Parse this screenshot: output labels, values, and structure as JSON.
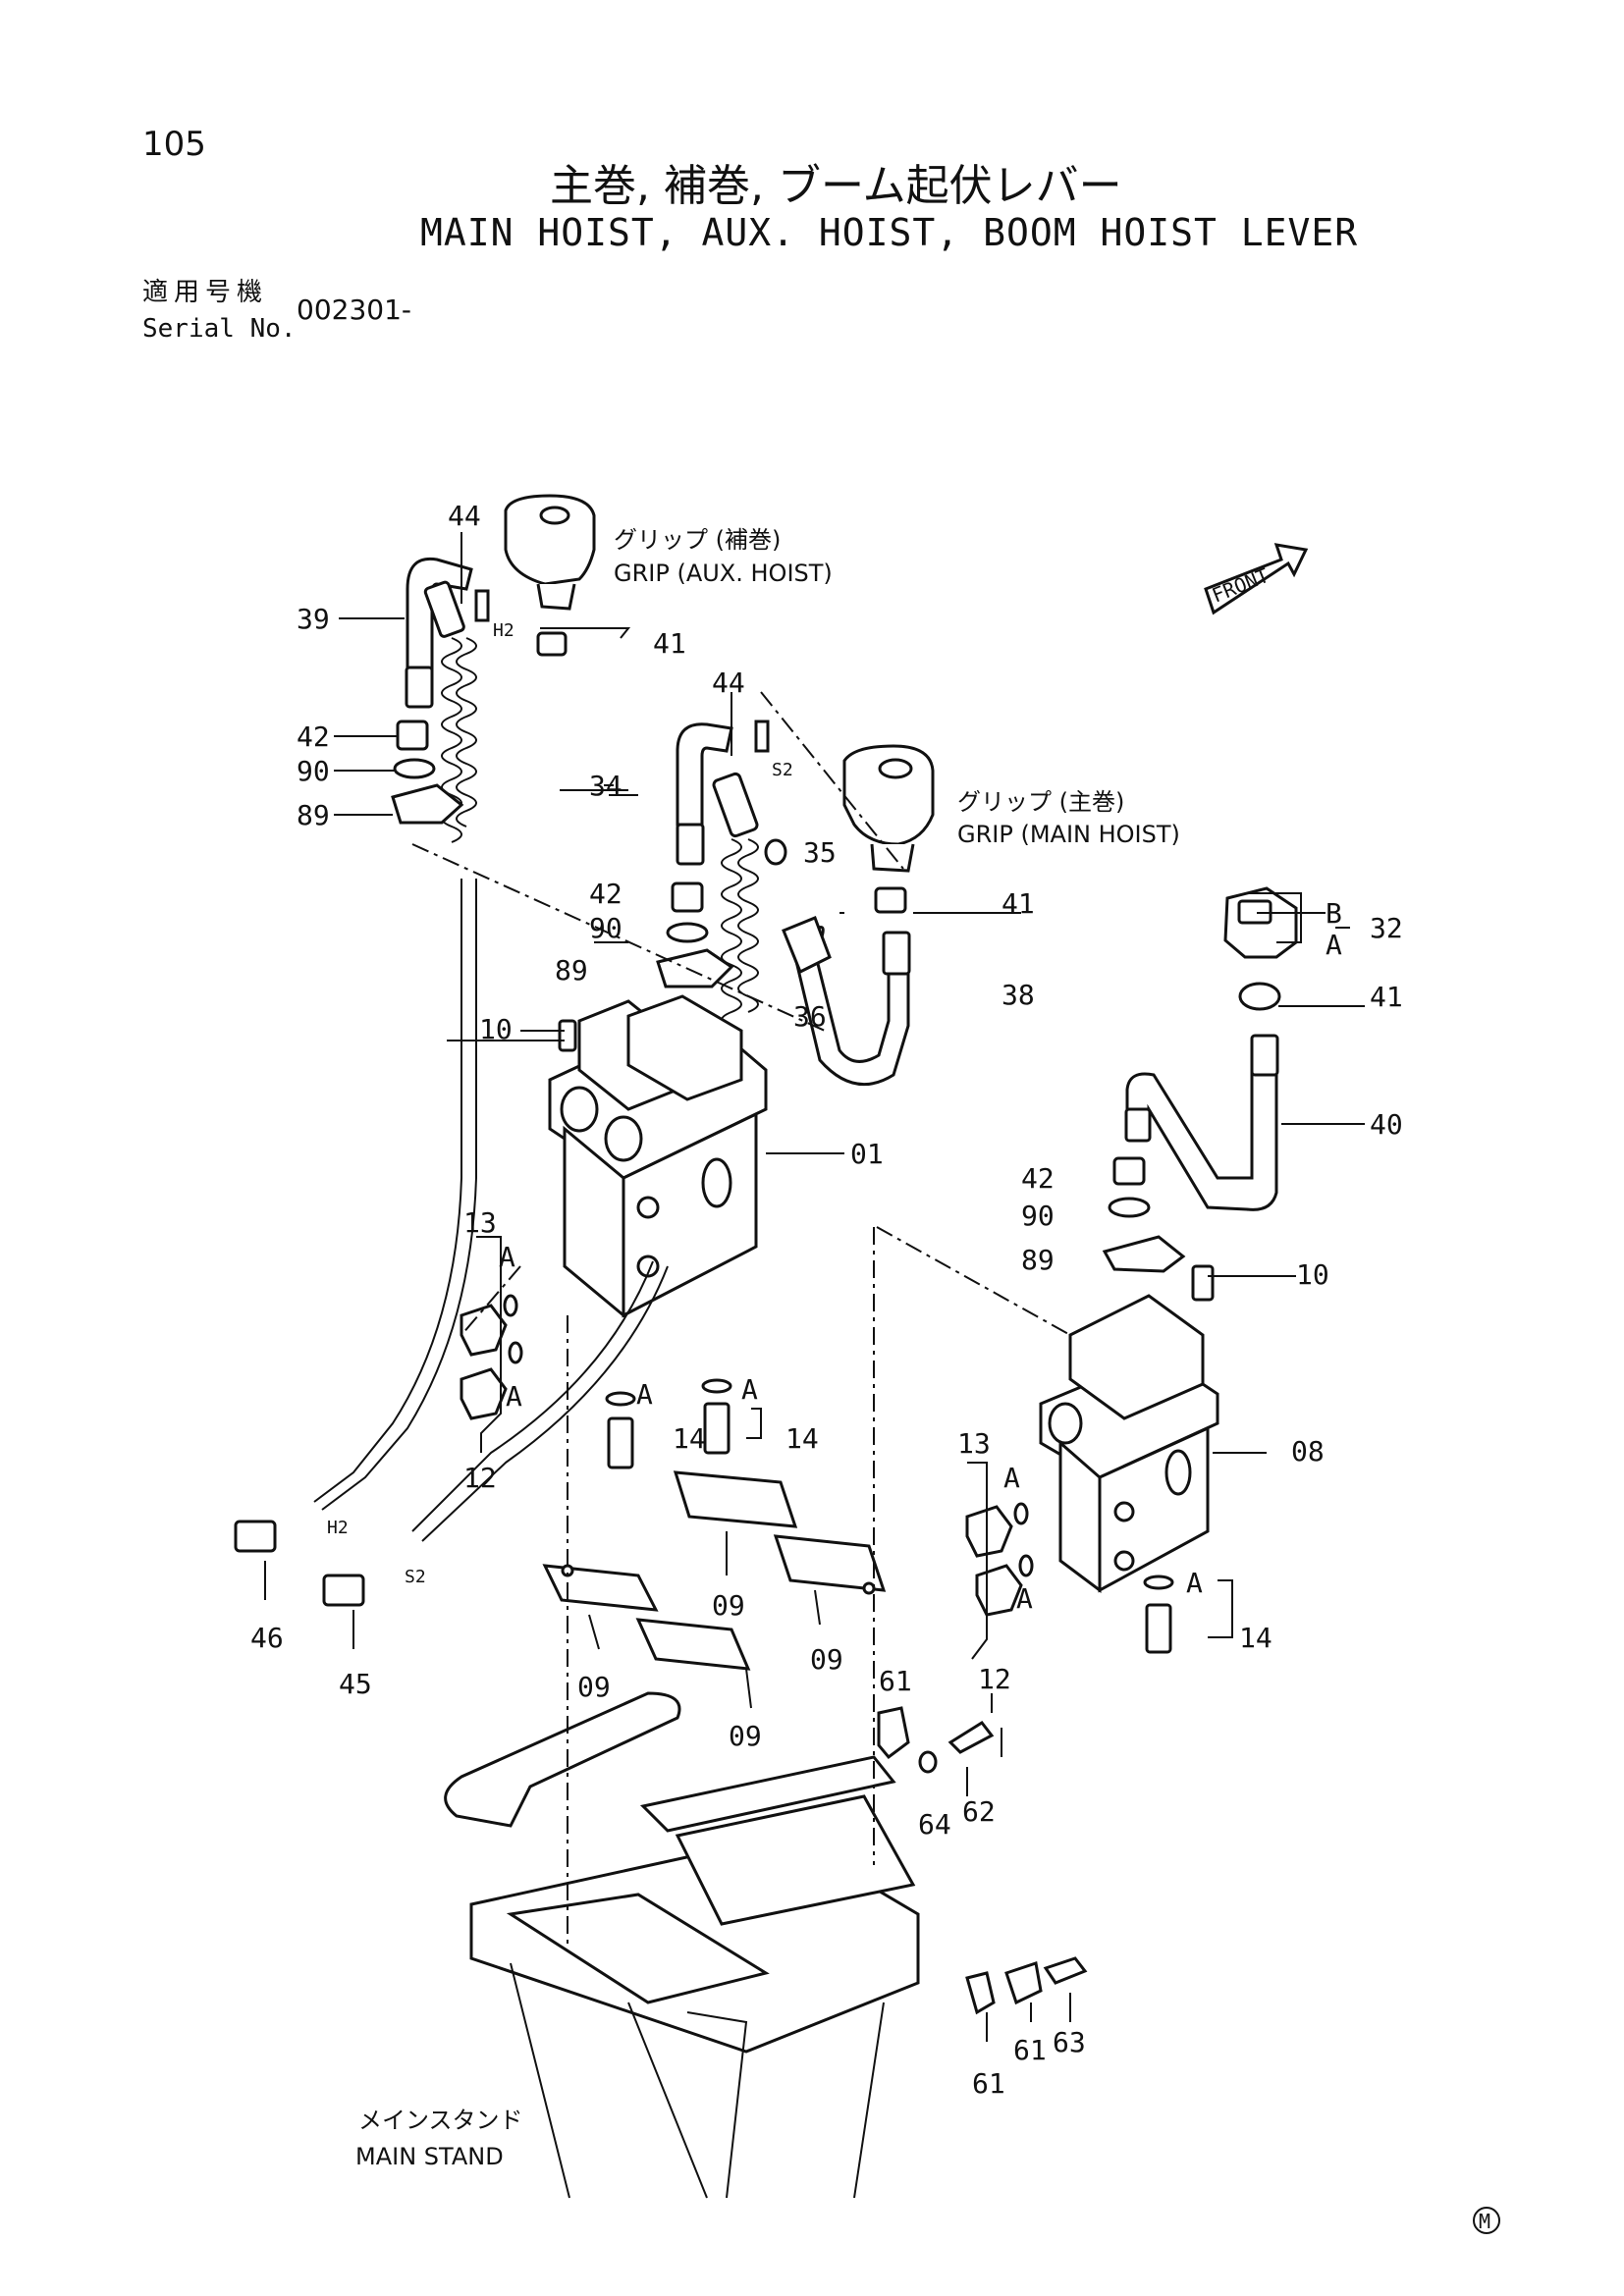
{
  "page": {
    "number": "105",
    "title_jp": "主巻, 補巻, ブーム起伏レバー",
    "title_en": "MAIN HOIST, AUX. HOIST, BOOM HOIST LEVER",
    "serial_label_jp": "適用号機",
    "serial_label_en": "Serial No.",
    "serial_value": "002301-",
    "corner_mark": "M"
  },
  "diagram": {
    "front_label": "FRONT",
    "captions": {
      "grip_aux_jp": "グリップ (補巻)",
      "grip_aux_en": "GRIP (AUX. HOIST)",
      "grip_main_jp": "グリップ (主巻)",
      "grip_main_en": "GRIP (MAIN HOIST)",
      "stand_jp": "メインスタンド",
      "stand_en": "MAIN STAND"
    },
    "parts": {
      "p01": "01",
      "p08": "08",
      "p09": "09",
      "p10": "10",
      "p12": "12",
      "p13": "13",
      "p14": "14",
      "p32": "32",
      "p34": "34",
      "p35": "35",
      "p36": "36",
      "p38": "38",
      "p39": "39",
      "p40": "40",
      "p41": "41",
      "p42": "42",
      "p44": "44",
      "p45": "45",
      "p46": "46",
      "p61": "61",
      "p62": "62",
      "p63": "63",
      "p64": "64",
      "p89": "89",
      "p90": "90"
    },
    "marks": {
      "a": "A",
      "b": "B",
      "h2": "H2",
      "s2": "S2"
    }
  }
}
